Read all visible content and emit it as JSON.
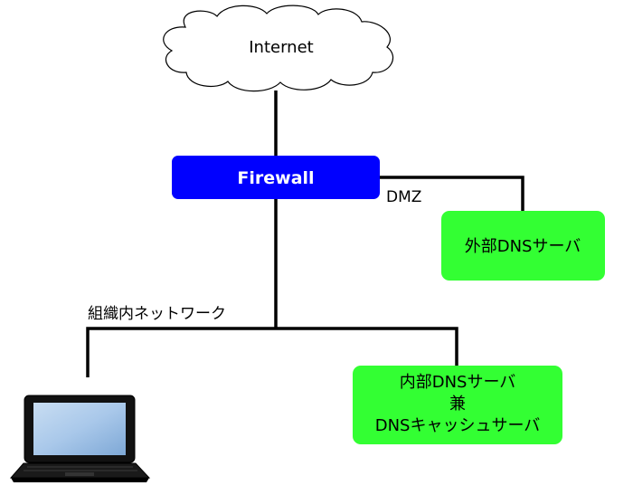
{
  "nodes": {
    "internet": {
      "label": "Internet"
    },
    "firewall": {
      "label": "Firewall",
      "color": "#0000ff"
    },
    "external_dns": {
      "label": "外部DNSサーバ",
      "color": "#33ff33"
    },
    "internal_dns": {
      "lines": [
        "内部DNSサーバ",
        "兼",
        "DNSキャッシュサーバ"
      ],
      "color": "#33ff33"
    },
    "client": {
      "icon": "laptop-icon"
    }
  },
  "edge_labels": {
    "dmz": "DMZ",
    "internal_network": "組織内ネットワーク"
  }
}
